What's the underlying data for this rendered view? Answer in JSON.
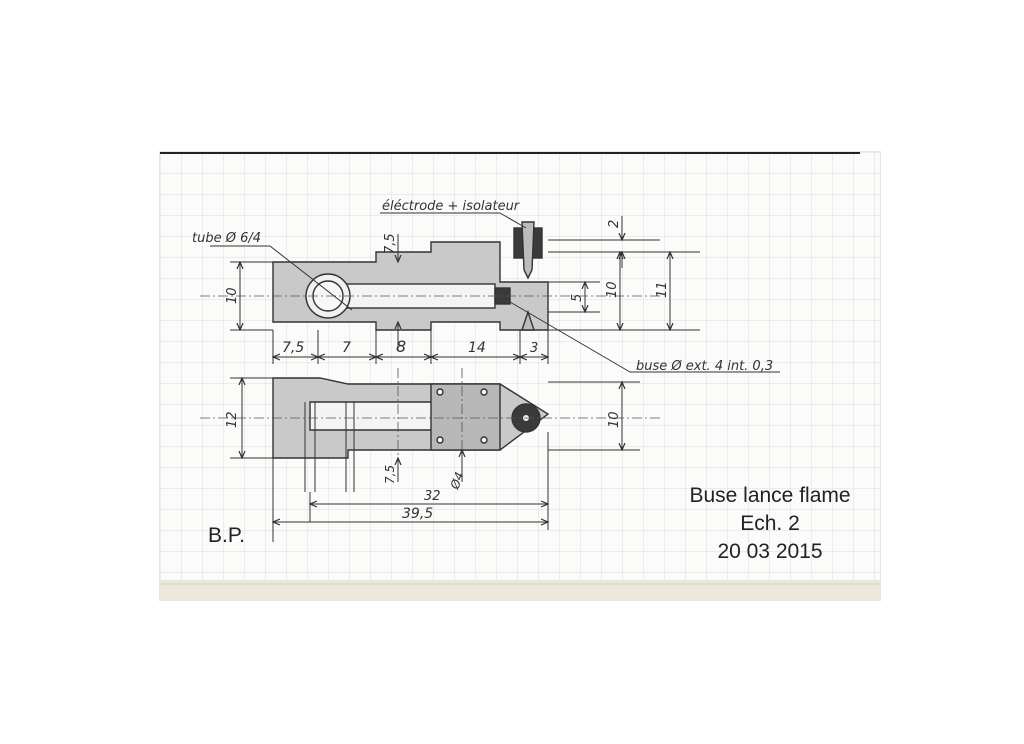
{
  "title_block": {
    "title": "Buse lance flame",
    "scale": "Ech. 2",
    "date": "20 03 2015"
  },
  "initials": "B.P.",
  "annotations": {
    "electrode": "éléctrode + isolateur",
    "tube": "tube Ø 6/4",
    "nozzle": "buse Ø ext. 4 int. 0,3"
  },
  "top_view_dims": {
    "d_7_5_top": "7,5",
    "d_10_left": "10",
    "d_2": "2",
    "d_5": "5",
    "d_10_right": "10",
    "d_11": "11",
    "d_7_5_bottom": "7,5",
    "d_7": "7",
    "d_8": "8",
    "d_14": "14",
    "d_3": "3"
  },
  "side_view_dims": {
    "d_12": "12",
    "d_10": "10",
    "d_7_5": "7,5",
    "d_phi4": "Ø4",
    "d_32": "32",
    "d_39_5": "39,5"
  },
  "colors": {
    "paper": "#fbfbfa",
    "grid": "#d9dde3",
    "part_fill": "#c9c9c9",
    "dark_fill": "#3a3a3a",
    "line": "#333333"
  }
}
